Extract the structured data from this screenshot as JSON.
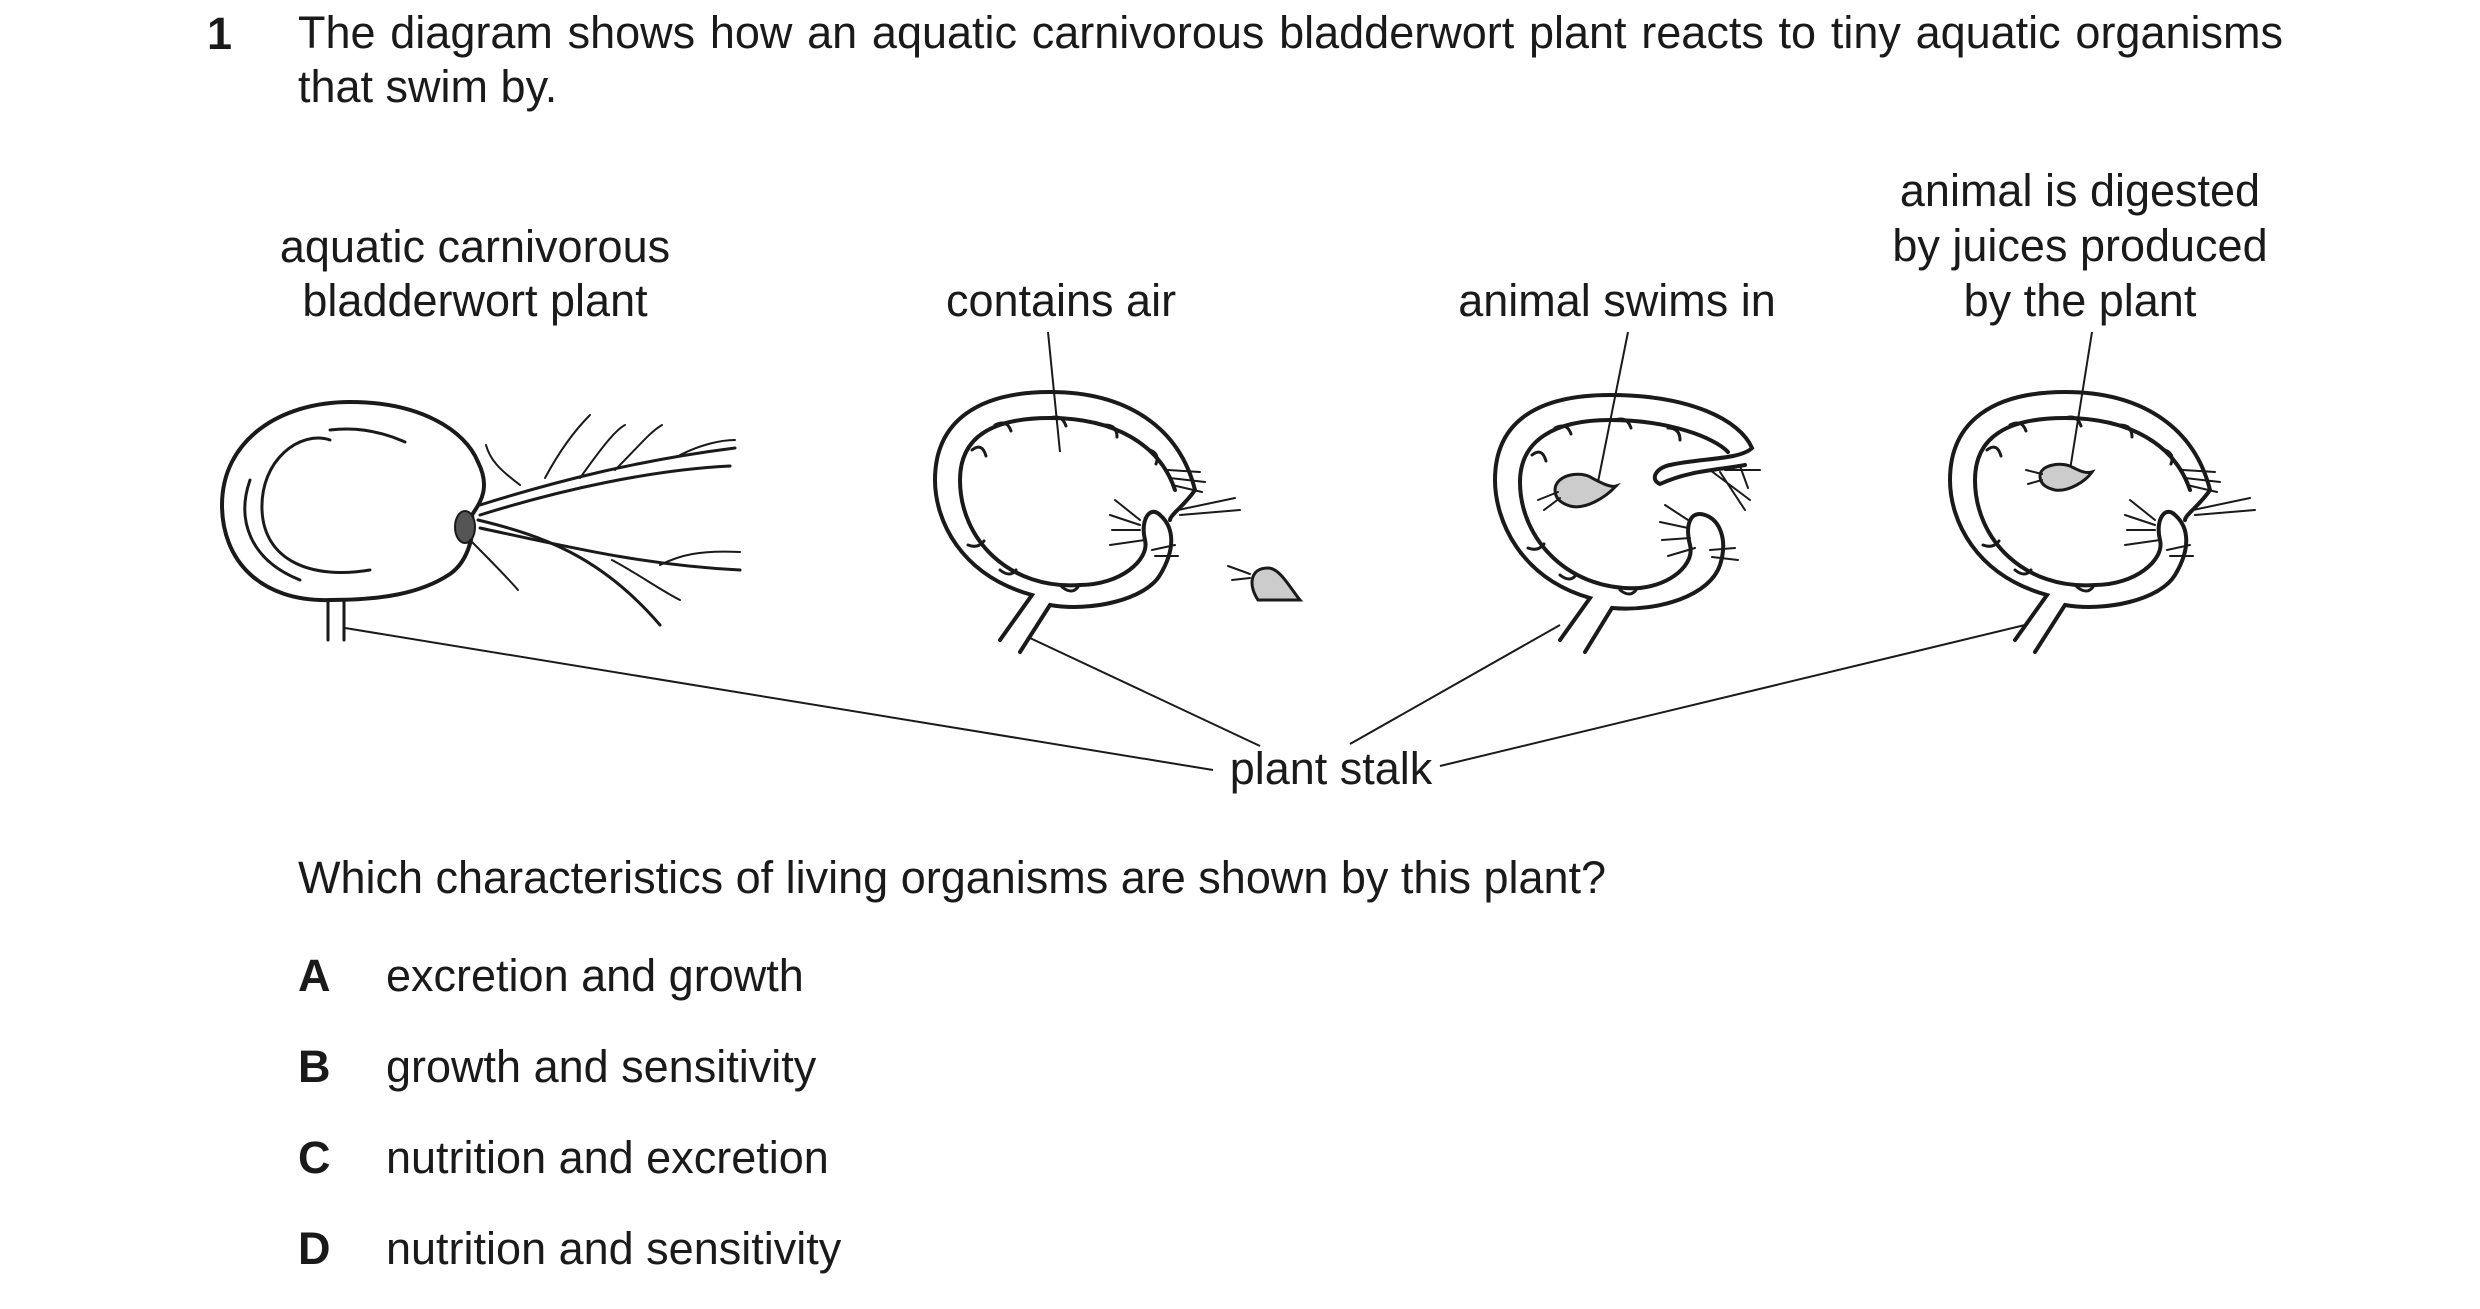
{
  "question": {
    "number": "1",
    "stem": "The diagram shows how an aquatic carnivorous bladderwort plant reacts to tiny aquatic organisms that swim by.",
    "prompt": "Which characteristics of living organisms are shown by this plant?"
  },
  "diagram": {
    "labels": {
      "plant_line1": "aquatic carnivorous",
      "plant_line2": "bladderwort plant",
      "contains_air": "contains air",
      "animal_swims_in": "animal swims in",
      "digested_line1": "animal is digested",
      "digested_line2": "by juices produced",
      "digested_line3": "by the plant",
      "plant_stalk": "plant stalk"
    }
  },
  "options": [
    {
      "letter": "A",
      "text": "excretion and growth"
    },
    {
      "letter": "B",
      "text": "growth and sensitivity"
    },
    {
      "letter": "C",
      "text": "nutrition and excretion"
    },
    {
      "letter": "D",
      "text": "nutrition and sensitivity"
    }
  ]
}
